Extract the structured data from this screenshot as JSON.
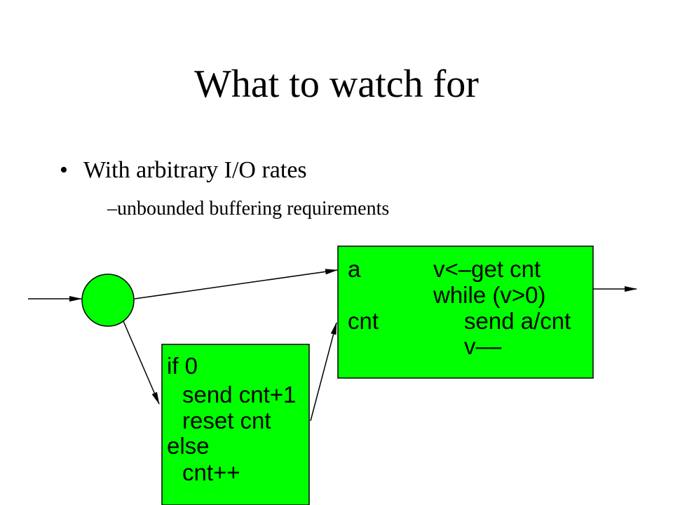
{
  "slide": {
    "title": "What to watch for",
    "bullet_marker": "•",
    "bullet": "With arbitrary I/O rates",
    "sub_marker": "–",
    "sub_bullet": "unbounded buffering requirements"
  },
  "diagram": {
    "node_color": "#00ff00",
    "counter_box": {
      "lines": [
        "if 0",
        "send cnt+1",
        "reset cnt",
        "else",
        "cnt++"
      ]
    },
    "divider_box": {
      "left_lines": [
        "a",
        "",
        "cnt",
        ""
      ],
      "right_lines": [
        "v<–get cnt",
        "while (v>0)",
        "send a/cnt",
        "v––"
      ]
    }
  }
}
